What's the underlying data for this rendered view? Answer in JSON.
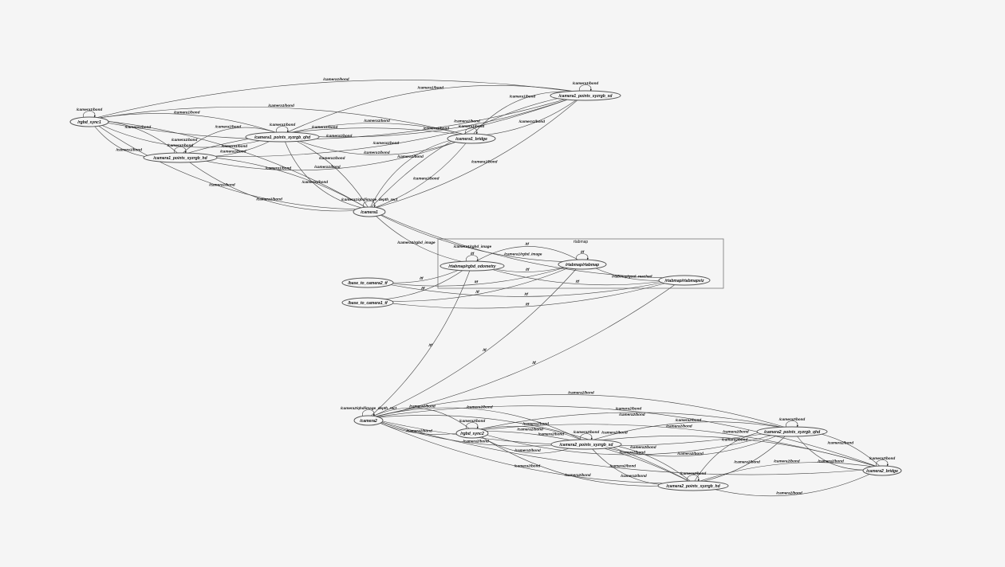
{
  "graph": {
    "cluster": {
      "label": "rtabmap"
    },
    "nodes": [
      {
        "id": "/rgbd_sync1"
      },
      {
        "id": "/camera1_points_xyzrgb_hd"
      },
      {
        "id": "/camera1_points_xyzrgb_qhd"
      },
      {
        "id": "/camera1_bridge"
      },
      {
        "id": "/camera1_points_xyzrgb_sd"
      },
      {
        "id": "/camera1"
      },
      {
        "id": "/rtabmap/rgbd_odometry"
      },
      {
        "id": "/rtabmap/rtabmap"
      },
      {
        "id": "/rtabmap/rtabmapviz"
      },
      {
        "id": "/base_to_camera2_tf"
      },
      {
        "id": "/base_to_camera1_tf"
      },
      {
        "id": "/camera2"
      },
      {
        "id": "/rgbd_sync2"
      },
      {
        "id": "/camera2_points_xyzrgb_sd"
      },
      {
        "id": "/camera2_points_xyzrgb_qhd"
      },
      {
        "id": "/camera2_points_xyzrgb_hd"
      },
      {
        "id": "/camera2_bridge"
      }
    ],
    "edges": [
      {
        "from": "/rgbd_sync1",
        "to": "/rgbd_sync1",
        "label": "/camera1/bond"
      },
      {
        "from": "/camera1_points_xyzrgb_hd",
        "to": "/camera1_points_xyzrgb_hd",
        "label": "/camera1/bond"
      },
      {
        "from": "/camera1_points_xyzrgb_qhd",
        "to": "/camera1_points_xyzrgb_qhd",
        "label": "/camera1/bond"
      },
      {
        "from": "/camera1_bridge",
        "to": "/camera1_bridge",
        "label": "/camera1/bond"
      },
      {
        "from": "/camera1_points_xyzrgb_sd",
        "to": "/camera1_points_xyzrgb_sd",
        "label": "/camera1/bond"
      },
      {
        "from": "/camera1",
        "to": "/camera1",
        "label": "/camera1/qhd/image_depth_rect"
      },
      {
        "from": "/camera1_points_xyzrgb_sd",
        "to": "/rgbd_sync1",
        "label": "/camera1/bond"
      },
      {
        "from": "/rgbd_sync1",
        "to": "/camera1_points_xyzrgb_sd",
        "label": "/camera1/bond"
      },
      {
        "from": "/camera1_bridge",
        "to": "/rgbd_sync1",
        "label": "/camera1/bond"
      },
      {
        "from": "/camera1_points_xyzrgb_qhd",
        "to": "/rgbd_sync1",
        "label": "/camera1/bond"
      },
      {
        "from": "/rgbd_sync1",
        "to": "/camera1_points_xyzrgb_qhd",
        "label": "/camera1/bond"
      },
      {
        "from": "/camera1_points_xyzrgb_hd",
        "to": "/rgbd_sync1",
        "label": "/camera1/bond"
      },
      {
        "from": "/rgbd_sync1",
        "to": "/camera1_points_xyzrgb_hd",
        "label": "/camera1/bond"
      },
      {
        "from": "/camera1_points_xyzrgb_hd",
        "to": "/camera1_points_xyzrgb_qhd",
        "label": "/camera1/bond"
      },
      {
        "from": "/camera1_points_xyzrgb_qhd",
        "to": "/camera1_points_xyzrgb_hd",
        "label": "/camera1/bond"
      },
      {
        "from": "/camera1_points_xyzrgb_hd",
        "to": "/camera1_points_xyzrgb_sd",
        "label": "/camera1/bond"
      },
      {
        "from": "/camera1_points_xyzrgb_qhd",
        "to": "/camera1_points_xyzrgb_sd",
        "label": "/camera1/bond"
      },
      {
        "from": "/camera1_points_xyzrgb_sd",
        "to": "/camera1_points_xyzrgb_qhd",
        "label": "/camera1/bond"
      },
      {
        "from": "/camera1_bridge",
        "to": "/camera1_points_xyzrgb_qhd",
        "label": "/camera1/bond"
      },
      {
        "from": "/camera1_points_xyzrgb_qhd",
        "to": "/camera1_bridge",
        "label": "/camera1/bond"
      },
      {
        "from": "/camera1_bridge",
        "to": "/camera1_points_xyzrgb_hd",
        "label": "/camera1/bond"
      },
      {
        "from": "/camera1_points_xyzrgb_hd",
        "to": "/camera1_bridge",
        "label": "/camera1/bond"
      },
      {
        "from": "/camera1_bridge",
        "to": "/camera1_points_xyzrgb_sd",
        "label": "/camera1/bond"
      },
      {
        "from": "/camera1_points_xyzrgb_sd",
        "to": "/camera1_bridge",
        "label": "/camera1/bond"
      },
      {
        "from": "/camera1",
        "to": "/camera1_points_xyzrgb_qhd",
        "label": "/camera1/bond"
      },
      {
        "from": "/camera1_points_xyzrgb_qhd",
        "to": "/camera1",
        "label": "/camera1/bond"
      },
      {
        "from": "/camera1",
        "to": "/camera1_points_xyzrgb_hd",
        "label": "/camera1/bond"
      },
      {
        "from": "/camera1_points_xyzrgb_hd",
        "to": "/camera1",
        "label": "/camera1/bond"
      },
      {
        "from": "/camera1",
        "to": "/camera1_bridge",
        "label": "/camera1/bond"
      },
      {
        "from": "/camera1_bridge",
        "to": "/camera1",
        "label": "/camera1/bond"
      },
      {
        "from": "/camera1",
        "to": "/camera1_points_xyzrgb_sd",
        "label": "/camera1/bond"
      },
      {
        "from": "/camera1_points_xyzrgb_sd",
        "to": "/camera1",
        "label": "/camera1/bond"
      },
      {
        "from": "/camera1",
        "to": "/rgbd_sync1",
        "label": "/camera1/bond"
      },
      {
        "from": "/rgbd_sync1",
        "to": "/camera1",
        "label": "/camera1/bond"
      },
      {
        "from": "/camera1",
        "to": "/rtabmap/rgbd_odometry",
        "label": "/camera1/rgbd_image"
      },
      {
        "from": "/camera1",
        "to": "/rtabmap/rtabmap",
        "label": "/camera1/rgbd_image"
      },
      {
        "from": "/camera1",
        "to": "/rtabmap/rtabmapviz",
        "label": "/camera1/rgbd_image"
      },
      {
        "from": "/rtabmap/rgbd_odometry",
        "to": "/rtabmap/rgbd_odometry",
        "label": "/tf"
      },
      {
        "from": "/rtabmap/rtabmap",
        "to": "/rtabmap/rtabmap",
        "label": "/tf"
      },
      {
        "from": "/rtabmap/rtabmap",
        "to": "/rtabmap/rgbd_odometry",
        "label": "/tf"
      },
      {
        "from": "/rtabmap/rgbd_odometry",
        "to": "/rtabmap/rtabmap",
        "label": "/tf"
      },
      {
        "from": "/rtabmap/rgbd_odometry",
        "to": "/rtabmap/rtabmapviz",
        "label": "/tf"
      },
      {
        "from": "/rtabmap/rtabmap",
        "to": "/rtabmap/rtabmapviz",
        "label": "/rtabmap/goal_reached"
      },
      {
        "from": "/base_to_camera2_tf",
        "to": "/rtabmap/rgbd_odometry",
        "label": "/tf"
      },
      {
        "from": "/base_to_camera2_tf",
        "to": "/rtabmap/rtabmap",
        "label": "/tf"
      },
      {
        "from": "/base_to_camera2_tf",
        "to": "/rtabmap/rtabmapviz",
        "label": "/tf"
      },
      {
        "from": "/base_to_camera1_tf",
        "to": "/rtabmap/rgbd_odometry",
        "label": "/tf"
      },
      {
        "from": "/base_to_camera1_tf",
        "to": "/rtabmap/rtabmap",
        "label": "/tf"
      },
      {
        "from": "/base_to_camera1_tf",
        "to": "/rtabmap/rtabmapviz",
        "label": "/tf"
      },
      {
        "from": "/camera2",
        "to": "/rtabmap/rgbd_odometry",
        "label": "/tf"
      },
      {
        "from": "/camera2",
        "to": "/rtabmap/rtabmap",
        "label": "/tf"
      },
      {
        "from": "/camera2",
        "to": "/rtabmap/rtabmapviz",
        "label": "/tf"
      },
      {
        "from": "/rgbd_sync2",
        "to": "/rgbd_sync2",
        "label": "/camera2/bond"
      },
      {
        "from": "/camera2_points_xyzrgb_sd",
        "to": "/camera2_points_xyzrgb_sd",
        "label": "/camera2/bond"
      },
      {
        "from": "/camera2_points_xyzrgb_qhd",
        "to": "/camera2_points_xyzrgb_qhd",
        "label": "/camera2/bond"
      },
      {
        "from": "/camera2_points_xyzrgb_hd",
        "to": "/camera2_points_xyzrgb_hd",
        "label": "/camera2/bond"
      },
      {
        "from": "/camera2_bridge",
        "to": "/camera2_bridge",
        "label": "/camera2/bond"
      },
      {
        "from": "/camera2",
        "to": "/camera2",
        "label": "/camera2/qhd/image_depth_rect"
      },
      {
        "from": "/camera2",
        "to": "/rgbd_sync2",
        "label": "/camera2/bond"
      },
      {
        "from": "/rgbd_sync2",
        "to": "/camera2",
        "label": "/camera2/bond"
      },
      {
        "from": "/camera2",
        "to": "/camera2_points_xyzrgb_sd",
        "label": "/camera2/bond"
      },
      {
        "from": "/camera2_points_xyzrgb_sd",
        "to": "/camera2",
        "label": "/camera2/bond"
      },
      {
        "from": "/camera2",
        "to": "/camera2_points_xyzrgb_hd",
        "label": "/camera2/bond"
      },
      {
        "from": "/camera2_points_xyzrgb_hd",
        "to": "/camera2",
        "label": "/camera2/bond"
      },
      {
        "from": "/camera2",
        "to": "/camera2_points_xyzrgb_qhd",
        "label": "/camera2/bond"
      },
      {
        "from": "/camera2_points_xyzrgb_qhd",
        "to": "/camera2",
        "label": "/camera2/bond"
      },
      {
        "from": "/camera2",
        "to": "/camera2_bridge",
        "label": "/camera2/bond"
      },
      {
        "from": "/camera2_bridge",
        "to": "/camera2",
        "label": "/camera2/bond"
      },
      {
        "from": "/rgbd_sync2",
        "to": "/camera2_points_xyzrgb_sd",
        "label": "/camera2/bond"
      },
      {
        "from": "/camera2_points_xyzrgb_sd",
        "to": "/rgbd_sync2",
        "label": "/camera2/bond"
      },
      {
        "from": "/rgbd_sync2",
        "to": "/camera2_points_xyzrgb_qhd",
        "label": "/camera2/bond"
      },
      {
        "from": "/camera2_points_xyzrgb_qhd",
        "to": "/rgbd_sync2",
        "label": "/camera2/bond"
      },
      {
        "from": "/rgbd_sync2",
        "to": "/camera2_points_xyzrgb_hd",
        "label": "/camera2/bond"
      },
      {
        "from": "/camera2_points_xyzrgb_hd",
        "to": "/rgbd_sync2",
        "label": "/camera2/bond"
      },
      {
        "from": "/camera2_points_xyzrgb_sd",
        "to": "/camera2_points_xyzrgb_qhd",
        "label": "/camera2/bond"
      },
      {
        "from": "/camera2_points_xyzrgb_qhd",
        "to": "/camera2_points_xyzrgb_sd",
        "label": "/camera2/bond"
      },
      {
        "from": "/camera2_points_xyzrgb_sd",
        "to": "/camera2_points_xyzrgb_hd",
        "label": "/camera2/bond"
      },
      {
        "from": "/camera2_points_xyzrgb_hd",
        "to": "/camera2_points_xyzrgb_sd",
        "label": "/camera2/bond"
      },
      {
        "from": "/camera2_points_xyzrgb_hd",
        "to": "/camera2_points_xyzrgb_qhd",
        "label": "/camera2/bond"
      },
      {
        "from": "/camera2_points_xyzrgb_qhd",
        "to": "/camera2_points_xyzrgb_hd",
        "label": "/camera2/bond"
      },
      {
        "from": "/camera2_bridge",
        "to": "/camera2_points_xyzrgb_qhd",
        "label": "/camera2/bond"
      },
      {
        "from": "/camera2_points_xyzrgb_qhd",
        "to": "/camera2_bridge",
        "label": "/camera2/bond"
      },
      {
        "from": "/camera2_bridge",
        "to": "/camera2_points_xyzrgb_hd",
        "label": "/camera2/bond"
      },
      {
        "from": "/camera2_points_xyzrgb_hd",
        "to": "/camera2_bridge",
        "label": "/camera2/bond"
      },
      {
        "from": "/camera2_bridge",
        "to": "/camera2_points_xyzrgb_sd",
        "label": "/camera2/bond"
      },
      {
        "from": "/camera2_bridge",
        "to": "/rgbd_sync2",
        "label": "/camera2/bond"
      }
    ]
  }
}
